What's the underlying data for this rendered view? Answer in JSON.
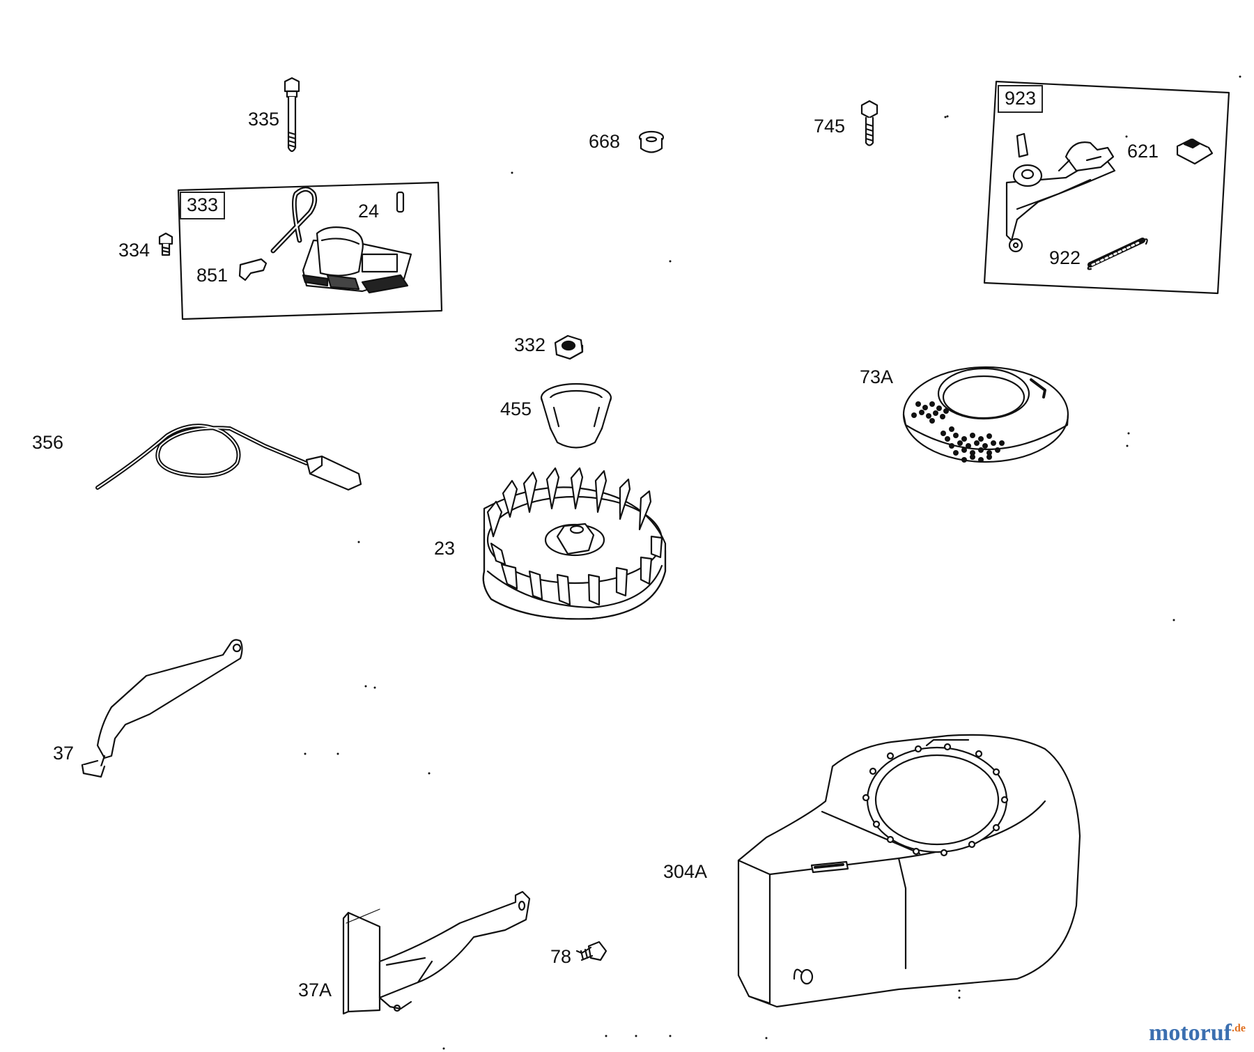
{
  "labels": {
    "l335": "335",
    "l668": "668",
    "l745": "745",
    "l923": "923",
    "l621": "621",
    "l922": "922",
    "l333": "333",
    "l24": "24",
    "l334": "334",
    "l851": "851",
    "l332": "332",
    "l455": "455",
    "l73A": "73A",
    "l356": "356",
    "l23": "23",
    "l37": "37",
    "l304A": "304A",
    "l78": "78",
    "l37A": "37A"
  },
  "watermark": {
    "main": "motoruf",
    "suffix": ".de"
  }
}
